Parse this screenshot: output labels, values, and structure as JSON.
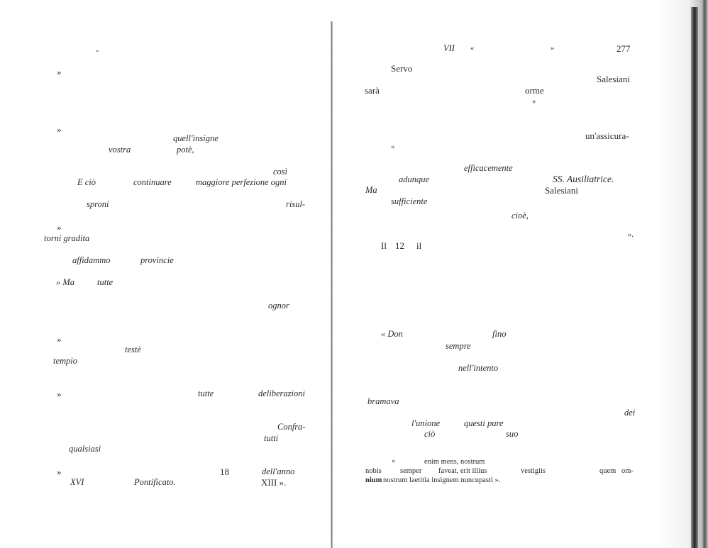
{
  "left_page": {
    "lines": [
      {
        "id": "l01",
        "segments": [
          "-"
        ]
      },
      {
        "id": "l02",
        "segments": [
          "»"
        ]
      },
      {
        "id": "l03",
        "segments": [
          "»"
        ]
      },
      {
        "id": "l04",
        "segments": [
          "quell'insigne"
        ]
      },
      {
        "id": "l05",
        "segments": [
          "vostra",
          "potè,"
        ]
      },
      {
        "id": "l06",
        "segments": [
          "così"
        ]
      },
      {
        "id": "l07",
        "segments": [
          "E ciò",
          "continuare",
          "maggiore perfezione ogni"
        ]
      },
      {
        "id": "l08",
        "segments": [
          "sproni",
          "risul-"
        ]
      },
      {
        "id": "l09",
        "segments": [
          "»"
        ]
      },
      {
        "id": "l10",
        "segments": [
          "torni gradita"
        ]
      },
      {
        "id": "l11",
        "segments": [
          "affidammo",
          "provincie"
        ]
      },
      {
        "id": "l12",
        "segments": [
          "» Ma",
          "tutte"
        ]
      },
      {
        "id": "l13",
        "segments": [
          "ognor"
        ]
      },
      {
        "id": "l14",
        "segments": [
          "»"
        ]
      },
      {
        "id": "l15",
        "segments": [
          "testè"
        ]
      },
      {
        "id": "l16",
        "segments": [
          "tempio"
        ]
      },
      {
        "id": "l17",
        "segments": [
          "»",
          "tutte",
          "deliberazioni"
        ]
      },
      {
        "id": "l18",
        "segments": [
          "Confra-"
        ]
      },
      {
        "id": "l19",
        "segments": [
          "tutti"
        ]
      },
      {
        "id": "l20",
        "segments": [
          "qualsiasi"
        ]
      },
      {
        "id": "l21",
        "segments": [
          "»",
          "18",
          "dell'anno"
        ]
      },
      {
        "id": "l22",
        "segments": [
          "XVI",
          "Pontificato.",
          "XIII »."
        ]
      }
    ]
  },
  "right_page": {
    "running_head": {
      "chapter": "VII",
      "open_quote": "«",
      "close_quote": "»",
      "page_number": "277"
    },
    "lines": [
      {
        "id": "r01",
        "segments": [
          "Servo"
        ]
      },
      {
        "id": "r02",
        "segments": [
          "Salesiani"
        ]
      },
      {
        "id": "r03",
        "segments": [
          "sarà",
          "orme"
        ]
      },
      {
        "id": "r04",
        "segments": [
          "»"
        ]
      },
      {
        "id": "r05",
        "segments": [
          "un'assicura-"
        ]
      },
      {
        "id": "r06",
        "segments": [
          "«"
        ]
      },
      {
        "id": "r07",
        "segments": [
          "efficacemente"
        ]
      },
      {
        "id": "r08",
        "segments": [
          "adunque",
          "SS. Ausiliatrice."
        ]
      },
      {
        "id": "r09",
        "segments": [
          "Ma",
          "Salesiani"
        ]
      },
      {
        "id": "r10",
        "segments": [
          "sufficiente"
        ]
      },
      {
        "id": "r11",
        "segments": [
          "cioè,"
        ]
      },
      {
        "id": "r12",
        "segments": [
          "»."
        ]
      },
      {
        "id": "r13",
        "segments": [
          "Il",
          "12",
          "il"
        ]
      },
      {
        "id": "r14",
        "segments": [
          "« Don",
          "fino"
        ]
      },
      {
        "id": "r15",
        "segments": [
          "sempre"
        ]
      },
      {
        "id": "r16",
        "segments": [
          "nell'intento"
        ]
      },
      {
        "id": "r17",
        "segments": [
          "bramava"
        ]
      },
      {
        "id": "r18",
        "segments": [
          "dei"
        ]
      },
      {
        "id": "r19",
        "segments": [
          "l'unione",
          "questi pure"
        ]
      },
      {
        "id": "r20",
        "segments": [
          "ciò",
          "suo"
        ]
      }
    ],
    "latin_quote": {
      "line1": [
        "«",
        "enim mens, nostrum"
      ],
      "line2": [
        "nobis",
        "semper",
        "faveat, erit illius",
        "vestigiis",
        "quem",
        "om-"
      ],
      "line3_bold": "nium",
      "line3_rest": "nostrum laetitia insignem nuncupasti »."
    }
  }
}
